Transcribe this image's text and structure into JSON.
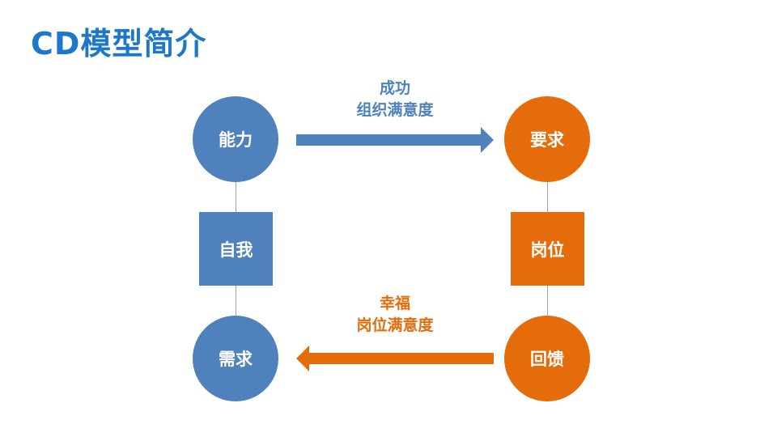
{
  "slide": {
    "title": "CD模型简介"
  },
  "colors": {
    "title": "#1e78c8",
    "blue": "#4f81bd",
    "orange": "#e46c0a",
    "connector": "#9aa5b1"
  },
  "diagram": {
    "nodes": {
      "ability": "能力",
      "requirement": "要求",
      "need": "需求",
      "reward": "回馈"
    },
    "boxes": {
      "self": "自我",
      "position": "岗位"
    },
    "top_arrow": {
      "line1": "成功",
      "line2": "组织满意度"
    },
    "bottom_arrow": {
      "line1": "幸福",
      "line2": "岗位满意度"
    }
  }
}
